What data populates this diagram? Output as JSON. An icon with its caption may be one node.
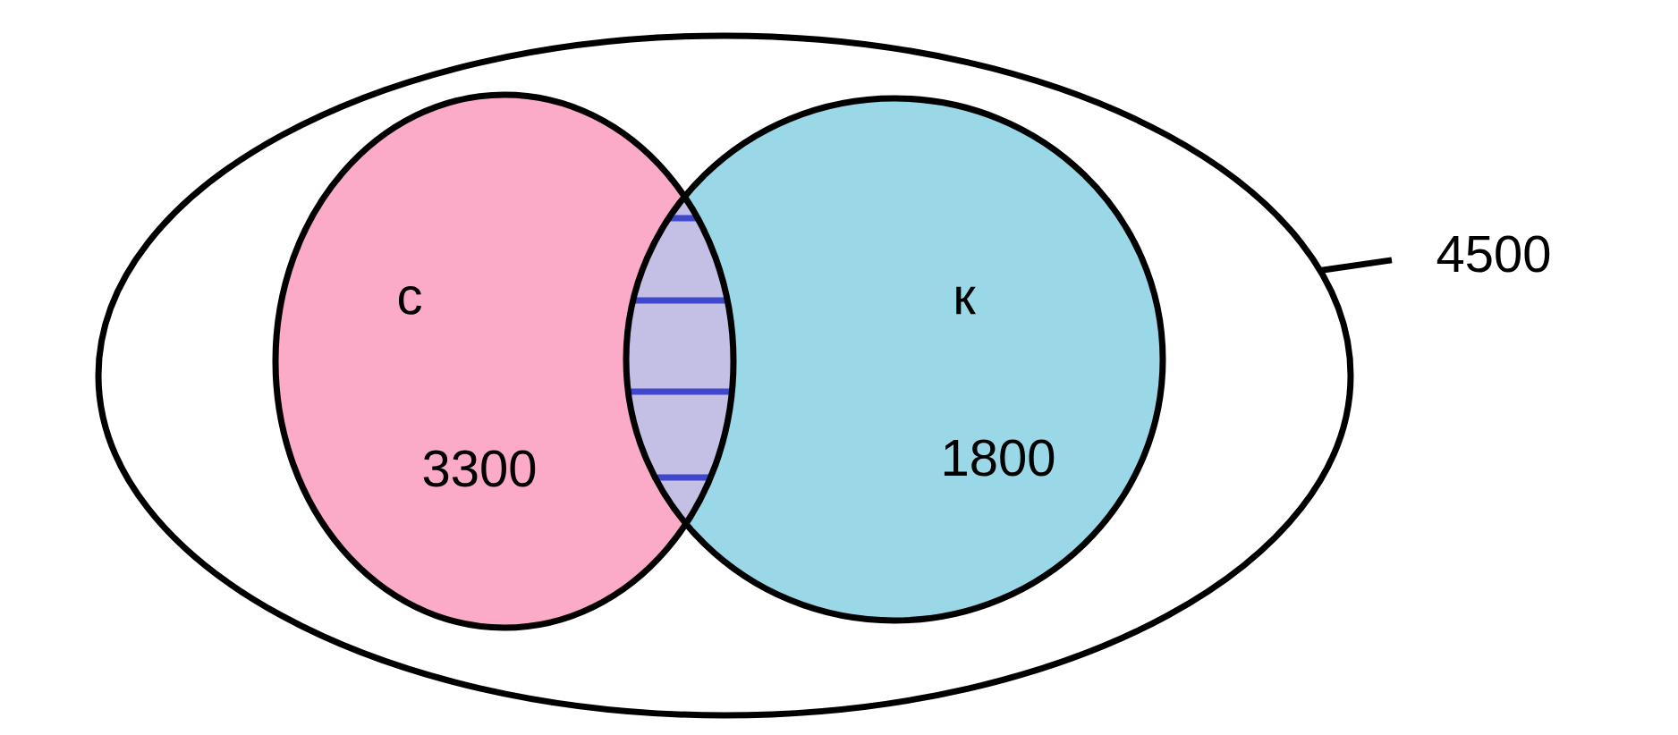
{
  "diagram": {
    "nodes": [
      {
        "text": [],
        "shape": "ellipse"
      },
      {
        "text": [
          "с",
          "3300"
        ],
        "in": 0
      },
      {
        "text": [
          "к",
          "1800"
        ],
        "in": 0
      },
      {
        "text": [
          "4500"
        ]
      }
    ],
    "edges": [
      {
        "from": 3,
        "to": 0,
        "arrow": "none"
      }
    ]
  }
}
